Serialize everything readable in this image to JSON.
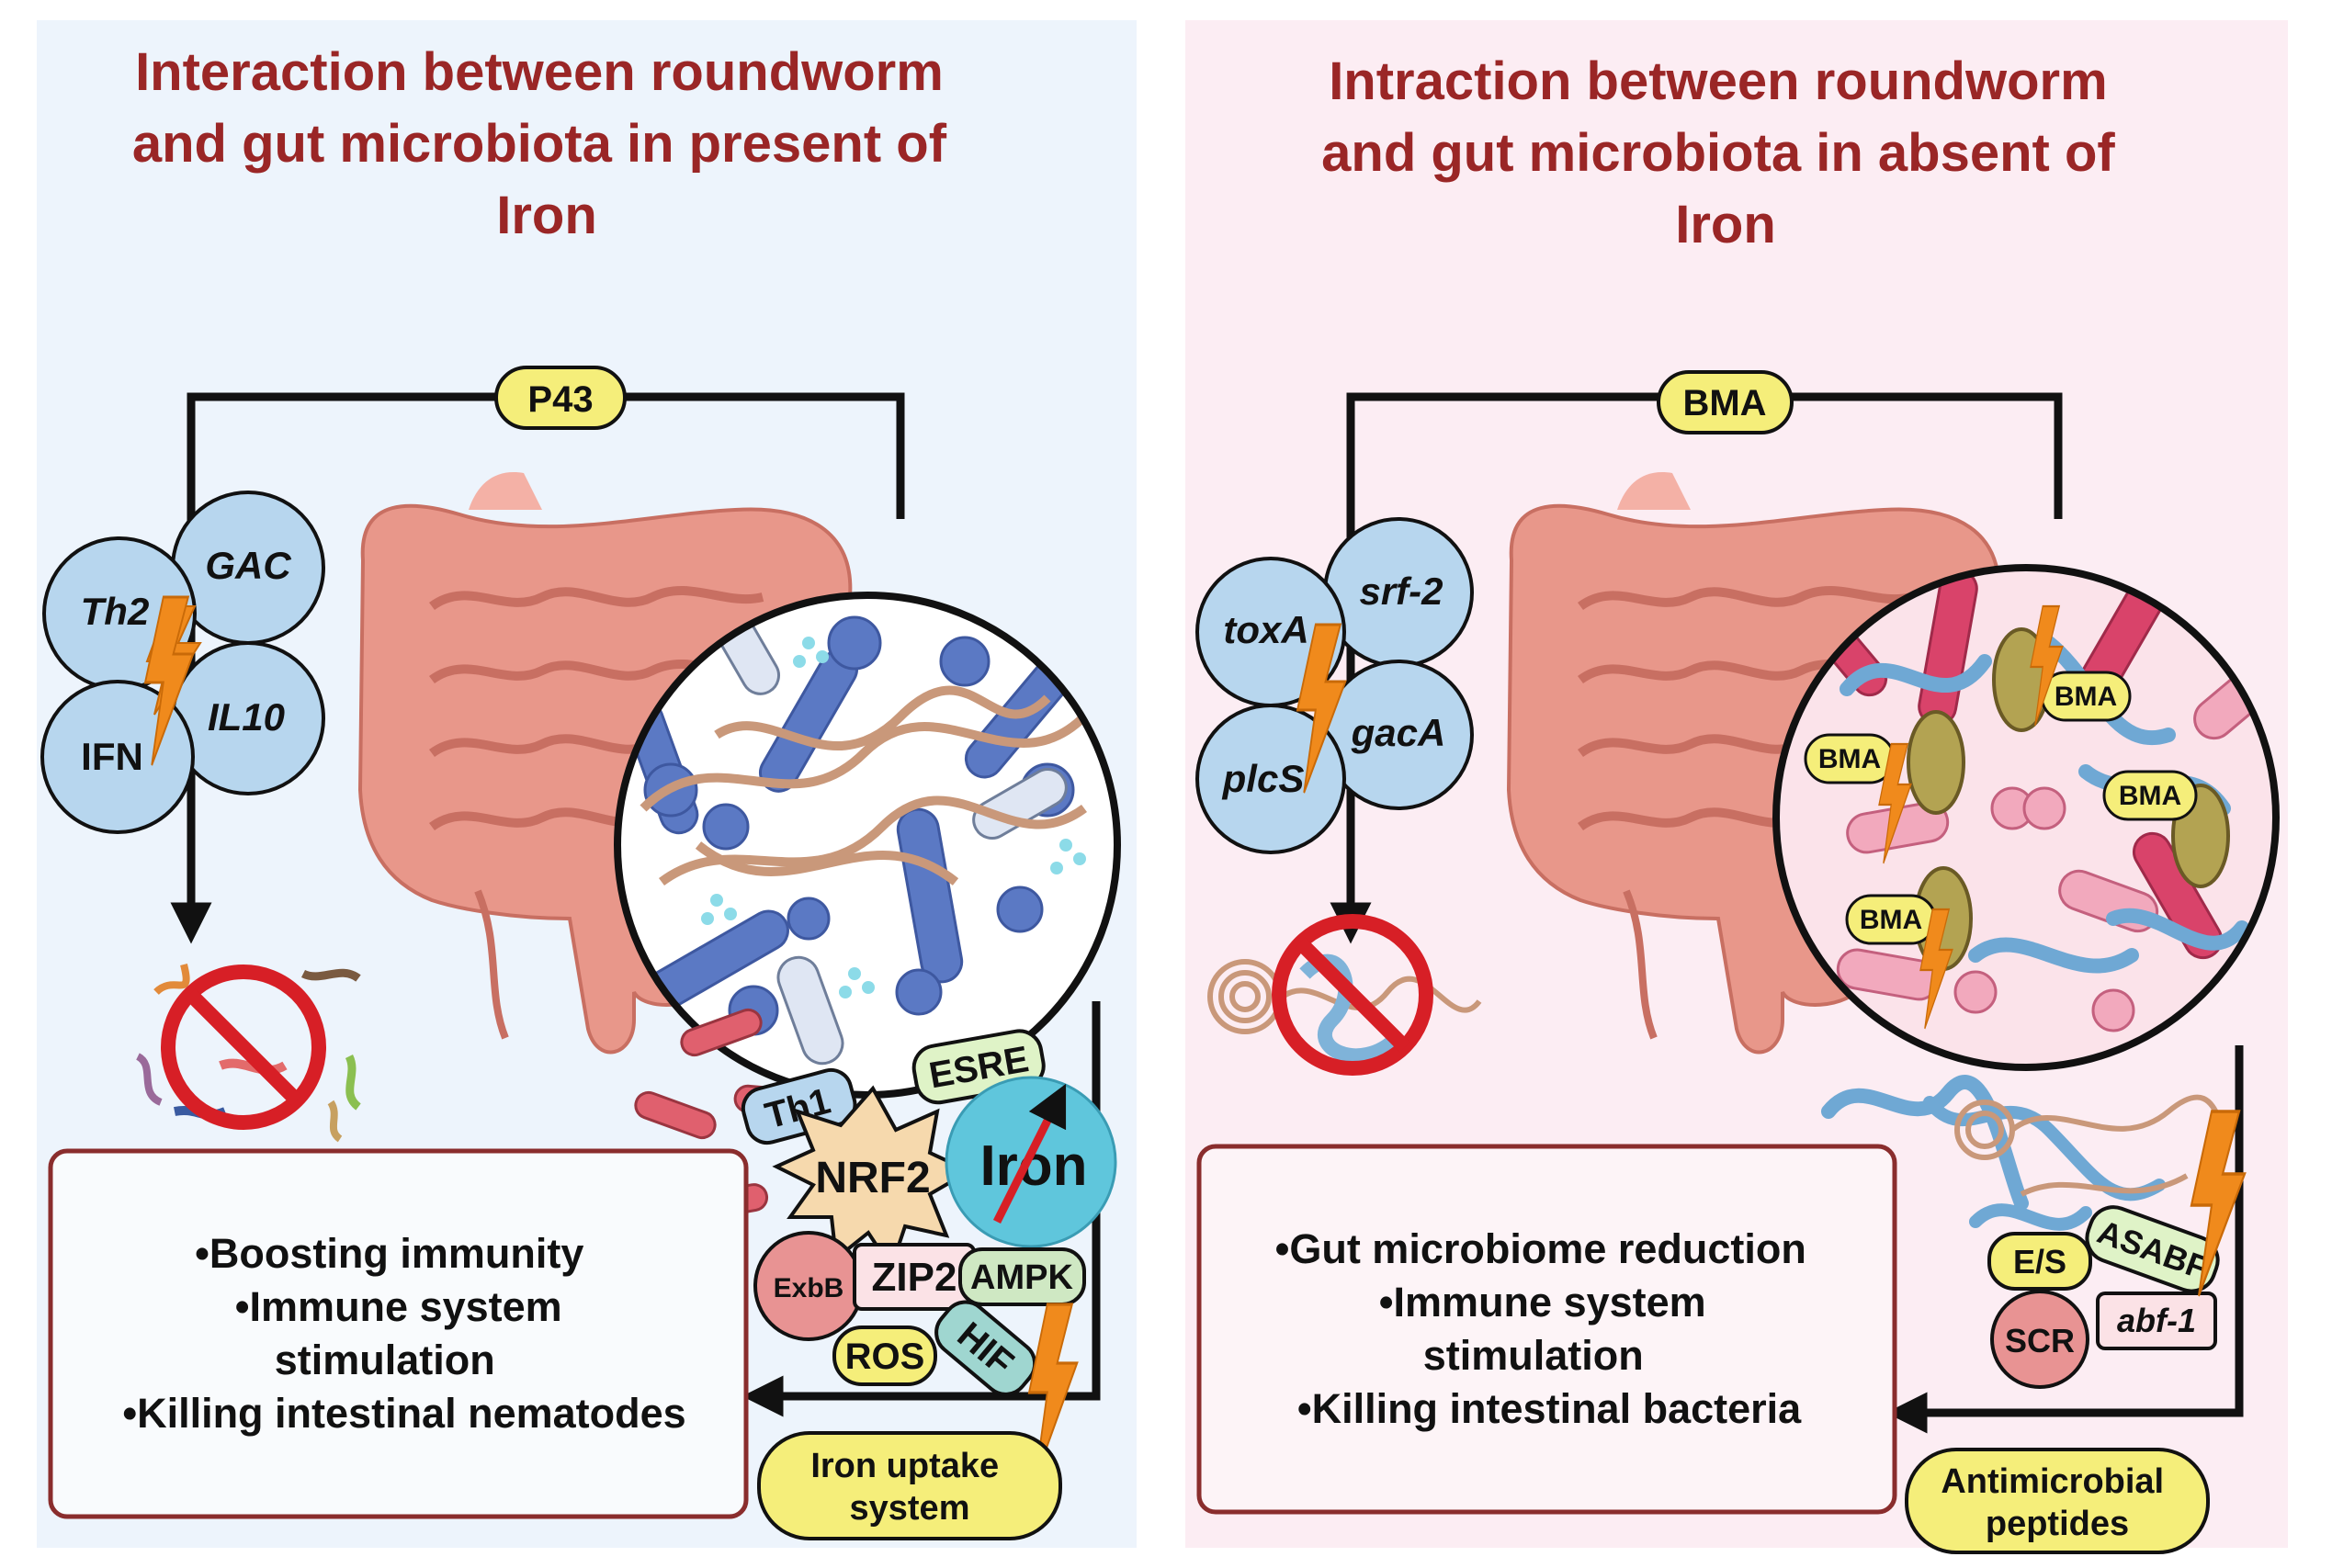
{
  "left": {
    "title_lines": [
      "Interaction between roundworm",
      "and gut microbiota in present of",
      "Iron"
    ],
    "top_label": "P43",
    "circles": [
      "GAC",
      "Th2",
      "IL10",
      "IFN"
    ],
    "outcomes": [
      "•Boosting immunity",
      "•Immune system",
      "stimulation",
      "•Killing intestinal nematodes"
    ],
    "molecules": {
      "th1": "Th1",
      "esre": "ESRE",
      "nrf2": "NRF2",
      "iron": "Iron",
      "exbb": "ExbB",
      "zip2": "ZIP2",
      "ampk": "AMPK",
      "hif": "HIF",
      "ros": "ROS"
    },
    "bottom_label_lines": [
      "Iron uptake",
      "system"
    ]
  },
  "right": {
    "title_lines": [
      "Intraction  between roundworm",
      "and gut microbiota in absent of",
      "Iron"
    ],
    "top_label": "BMA",
    "circles": [
      "srf-2",
      "toxA",
      "gacA",
      "plcS"
    ],
    "outcomes": [
      "•Gut microbiome reduction",
      "•Immune system",
      "stimulation",
      "•Killing intestinal bacteria"
    ],
    "bma_tags": [
      "BMA",
      "BMA",
      "BMA",
      "BMA"
    ],
    "molecules": {
      "es": "E/S",
      "asabf": "ASABF",
      "scr": "SCR",
      "abf1": "abf-1"
    },
    "bottom_label_lines": [
      "Antimicrobial",
      "peptides"
    ]
  },
  "colors": {
    "left_panel_bg": "#edf4fc",
    "right_panel_bg": "#fcedf3",
    "title": "#9a2626",
    "label_yellow": "#f5ee7a",
    "circle_blue": "#b7d6ee",
    "box_border": "#8a2d2d",
    "bolt_orange": "#f08a1c",
    "intestine_pink": "#e8978a",
    "microbe_blue": "#5b79c4",
    "worm_tan": "#c9987a"
  },
  "icons": [
    "lightning-bolt-icon",
    "prohibition-icon",
    "intestine-icon",
    "microbe-magnifier-icon",
    "arrow-down-icon",
    "arrow-left-icon"
  ]
}
